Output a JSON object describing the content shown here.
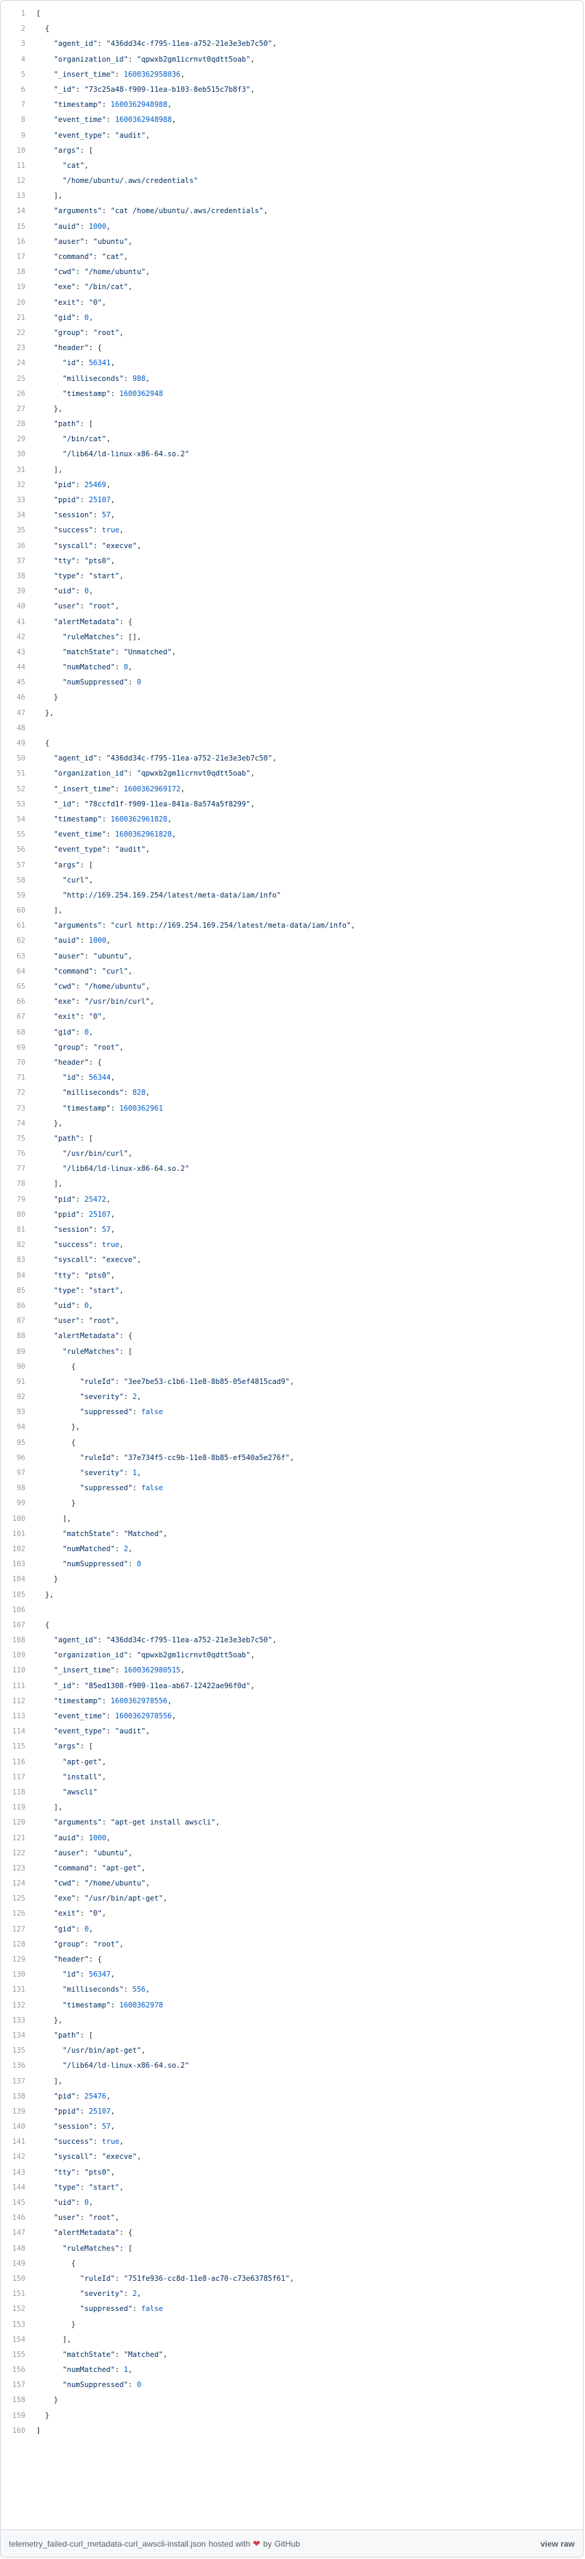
{
  "footer": {
    "filename": "telemetry_failed-curl_metadata-curl_awscli-install.json",
    "hosted_with": "hosted with",
    "by": "by",
    "github": "GitHub",
    "view_raw": "view raw",
    "heart_icon": "heart-icon"
  },
  "colors": {
    "string": "#032f62",
    "number": "#005cc5",
    "line_number": "#959da5"
  },
  "lines": [
    "[",
    "  {",
    "    \"agent_id\": \"436dd34c-f795-11ea-a752-21e3e3eb7c50\",",
    "    \"organization_id\": \"qpwxb2gm1icrnvt0qdtt5oab\",",
    "    \"_insert_time\": 1600362958036,",
    "    \"_id\": \"73c25a48-f909-11ea-b103-8eb515c7b8f3\",",
    "    \"timestamp\": 1600362948988,",
    "    \"event_time\": 1600362948988,",
    "    \"event_type\": \"audit\",",
    "    \"args\": [",
    "      \"cat\",",
    "      \"/home/ubuntu/.aws/credentials\"",
    "    ],",
    "    \"arguments\": \"cat /home/ubuntu/.aws/credentials\",",
    "    \"auid\": 1000,",
    "    \"auser\": \"ubuntu\",",
    "    \"command\": \"cat\",",
    "    \"cwd\": \"/home/ubuntu\",",
    "    \"exe\": \"/bin/cat\",",
    "    \"exit\": \"0\",",
    "    \"gid\": 0,",
    "    \"group\": \"root\",",
    "    \"header\": {",
    "      \"id\": 56341,",
    "      \"milliseconds\": 988,",
    "      \"timestamp\": 1600362948",
    "    },",
    "    \"path\": [",
    "      \"/bin/cat\",",
    "      \"/lib64/ld-linux-x86-64.so.2\"",
    "    ],",
    "    \"pid\": 25469,",
    "    \"ppid\": 25107,",
    "    \"session\": 57,",
    "    \"success\": true,",
    "    \"syscall\": \"execve\",",
    "    \"tty\": \"pts0\",",
    "    \"type\": \"start\",",
    "    \"uid\": 0,",
    "    \"user\": \"root\",",
    "    \"alertMetadata\": {",
    "      \"ruleMatches\": [],",
    "      \"matchState\": \"Unmatched\",",
    "      \"numMatched\": 0,",
    "      \"numSuppressed\": 0",
    "    }",
    "  },",
    "",
    "  {",
    "    \"agent_id\": \"436dd34c-f795-11ea-a752-21e3e3eb7c50\",",
    "    \"organization_id\": \"qpwxb2gm1icrnvt0qdtt5oab\",",
    "    \"_insert_time\": 1600362969172,",
    "    \"_id\": \"78ccfd1f-f909-11ea-841a-8a574a5f8299\",",
    "    \"timestamp\": 1600362961828,",
    "    \"event_time\": 1600362961828,",
    "    \"event_type\": \"audit\",",
    "    \"args\": [",
    "      \"curl\",",
    "      \"http://169.254.169.254/latest/meta-data/iam/info\"",
    "    ],",
    "    \"arguments\": \"curl http://169.254.169.254/latest/meta-data/iam/info\",",
    "    \"auid\": 1000,",
    "    \"auser\": \"ubuntu\",",
    "    \"command\": \"curl\",",
    "    \"cwd\": \"/home/ubuntu\",",
    "    \"exe\": \"/usr/bin/curl\",",
    "    \"exit\": \"0\",",
    "    \"gid\": 0,",
    "    \"group\": \"root\",",
    "    \"header\": {",
    "      \"id\": 56344,",
    "      \"milliseconds\": 828,",
    "      \"timestamp\": 1600362961",
    "    },",
    "    \"path\": [",
    "      \"/usr/bin/curl\",",
    "      \"/lib64/ld-linux-x86-64.so.2\"",
    "    ],",
    "    \"pid\": 25472,",
    "    \"ppid\": 25107,",
    "    \"session\": 57,",
    "    \"success\": true,",
    "    \"syscall\": \"execve\",",
    "    \"tty\": \"pts0\",",
    "    \"type\": \"start\",",
    "    \"uid\": 0,",
    "    \"user\": \"root\",",
    "    \"alertMetadata\": {",
    "      \"ruleMatches\": [",
    "        {",
    "          \"ruleId\": \"3ee7be53-c1b6-11e8-8b85-05ef4815cad9\",",
    "          \"severity\": 2,",
    "          \"suppressed\": false",
    "        },",
    "        {",
    "          \"ruleId\": \"37e734f5-cc9b-11e8-8b85-ef540a5e276f\",",
    "          \"severity\": 1,",
    "          \"suppressed\": false",
    "        }",
    "      ],",
    "      \"matchState\": \"Matched\",",
    "      \"numMatched\": 2,",
    "      \"numSuppressed\": 0",
    "    }",
    "  },",
    "",
    "  {",
    "    \"agent_id\": \"436dd34c-f795-11ea-a752-21e3e3eb7c50\",",
    "    \"organization_id\": \"qpwxb2gm1icrnvt0qdtt5oab\",",
    "    \"_insert_time\": 1600362980515,",
    "    \"_id\": \"85ed1308-f909-11ea-ab67-12422ae96f0d\",",
    "    \"timestamp\": 1600362978556,",
    "    \"event_time\": 1600362978556,",
    "    \"event_type\": \"audit\",",
    "    \"args\": [",
    "      \"apt-get\",",
    "      \"install\",",
    "      \"awscli\"",
    "    ],",
    "    \"arguments\": \"apt-get install awscli\",",
    "    \"auid\": 1000,",
    "    \"auser\": \"ubuntu\",",
    "    \"command\": \"apt-get\",",
    "    \"cwd\": \"/home/ubuntu\",",
    "    \"exe\": \"/usr/bin/apt-get\",",
    "    \"exit\": \"0\",",
    "    \"gid\": 0,",
    "    \"group\": \"root\",",
    "    \"header\": {",
    "      \"id\": 56347,",
    "      \"milliseconds\": 556,",
    "      \"timestamp\": 1600362978",
    "    },",
    "    \"path\": [",
    "      \"/usr/bin/apt-get\",",
    "      \"/lib64/ld-linux-x86-64.so.2\"",
    "    ],",
    "    \"pid\": 25476,",
    "    \"ppid\": 25107,",
    "    \"session\": 57,",
    "    \"success\": true,",
    "    \"syscall\": \"execve\",",
    "    \"tty\": \"pts0\",",
    "    \"type\": \"start\",",
    "    \"uid\": 0,",
    "    \"user\": \"root\",",
    "    \"alertMetadata\": {",
    "      \"ruleMatches\": [",
    "        {",
    "          \"ruleId\": \"751fe936-cc8d-11e8-ac70-c73e63785f61\",",
    "          \"severity\": 2,",
    "          \"suppressed\": false",
    "        }",
    "      ],",
    "      \"matchState\": \"Matched\",",
    "      \"numMatched\": 1,",
    "      \"numSuppressed\": 0",
    "    }",
    "  }",
    "]"
  ]
}
